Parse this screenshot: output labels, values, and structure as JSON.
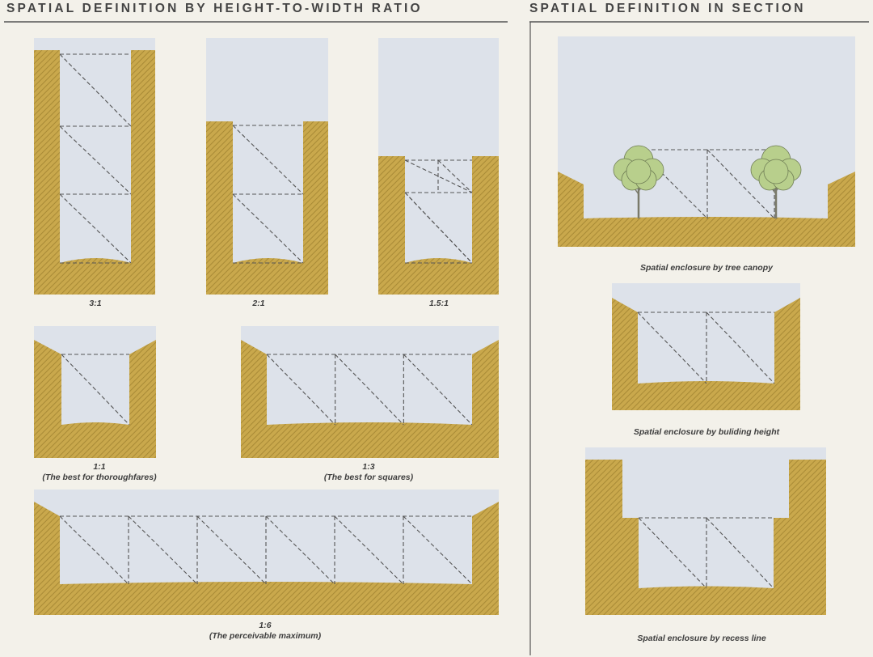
{
  "headings": {
    "left": "SPATIAL DEFINITION BY HEIGHT-TO-WIDTH RATIO",
    "right": "SPATIAL DEFINITION IN SECTION"
  },
  "ratios": {
    "r3_1": {
      "ratio": "3:1"
    },
    "r2_1": {
      "ratio": "2:1"
    },
    "r1_5_1": {
      "ratio": "1.5:1"
    },
    "r1_1": {
      "ratio": "1:1",
      "note": "(The best for thoroughfares)"
    },
    "r1_3": {
      "ratio": "1:3",
      "note": "(The best for squares)"
    },
    "r1_6": {
      "ratio": "1:6",
      "note": "(The perceivable maximum)"
    }
  },
  "sections": {
    "tree_canopy": "Spatial enclosure by tree canopy",
    "building_height": "Spatial enclosure by buliding height",
    "recess_line": "Spatial enclosure by recess line"
  },
  "colors": {
    "page": "#f3f1ea",
    "sky": "#dde2ea",
    "ground": "#c9a84c",
    "hatch": "#a88a36",
    "dash": "#555555",
    "rule": "#555555",
    "tree_leaf": "#b8cf8c",
    "tree_outline": "#6f7d55",
    "tree_trunk": "#7a7a6a"
  }
}
